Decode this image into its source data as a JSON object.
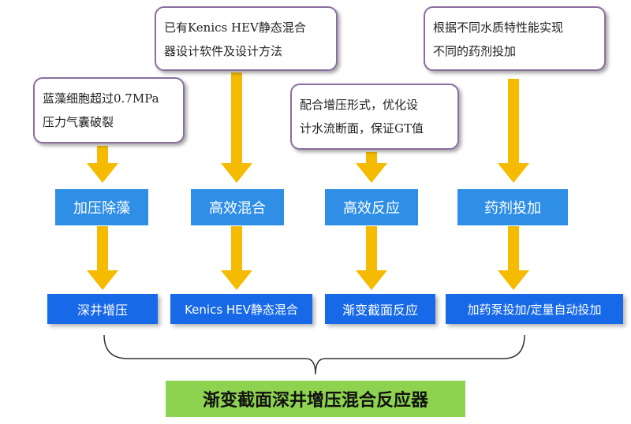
{
  "notes": [
    "蓝藻细胞超过0.7MPa\n压力气囊破裂",
    "已有Kenics HEV静态混合\n器设计软件及设计方法",
    "配合增压形式，优化设\n计水流断面，保证GT值",
    "根据不同水质特性能实现\n不同的药剂投加"
  ],
  "stages": [
    "加压除藻",
    "高效混合",
    "高效反应",
    "药剂投加"
  ],
  "results": [
    "深井增压",
    "Kenics HEV静态混合",
    "渐变截面反应",
    "加药泵投加/定量自动投加"
  ],
  "final": "渐变截面深井增压混合反应器",
  "colors": {
    "arrow": "#f5bb00",
    "note_border": "#8a6ea1",
    "stage_bg": "#2f8fe6",
    "result_bg": "#1769e8",
    "final_bg": "#8ed34f"
  }
}
